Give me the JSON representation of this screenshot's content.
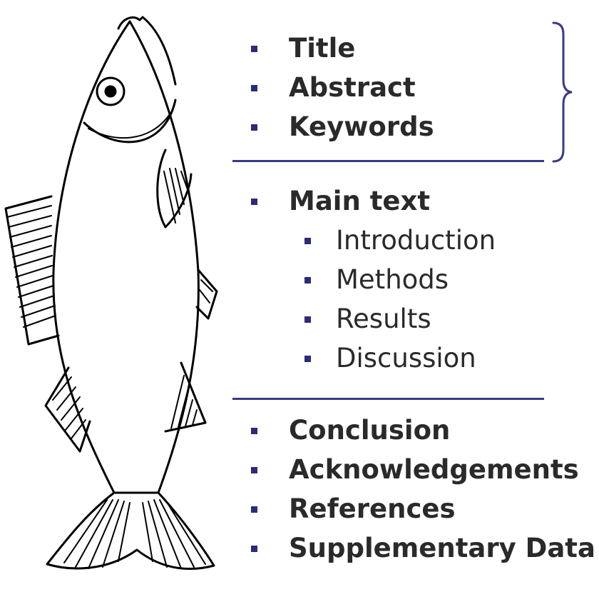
{
  "colors": {
    "accent": "#3a3a86",
    "bullet": "#2b2b7a",
    "text": "#2a2a2a",
    "outline": "#000000"
  },
  "icons": {
    "fish": "fish-illustration",
    "brace": "right-curly-brace",
    "bullet": "square-bullet"
  },
  "sections": {
    "head": [
      "Title",
      "Abstract",
      "Keywords"
    ],
    "main": {
      "heading": "Main text",
      "items": [
        "Introduction",
        "Methods",
        "Results",
        "Discussion"
      ]
    },
    "tail": [
      "Conclusion",
      "Acknowledgements",
      "References",
      "Supplementary Data"
    ]
  }
}
